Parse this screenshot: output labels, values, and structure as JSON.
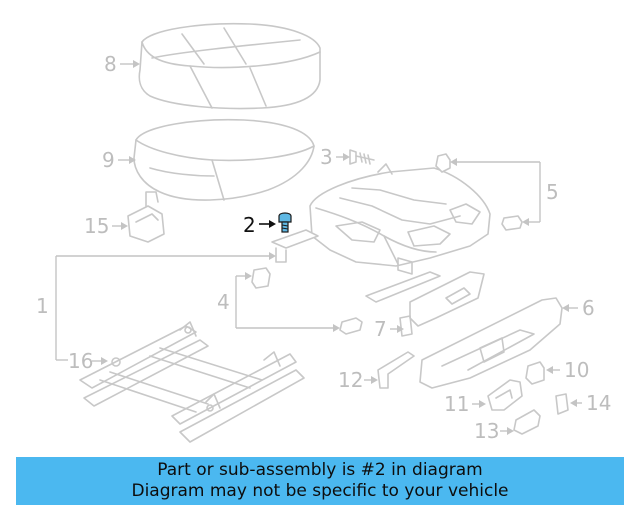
{
  "diagram": {
    "callouts": {
      "c1": "1",
      "c2": "2",
      "c3": "3",
      "c4": "4",
      "c5": "5",
      "c6": "6",
      "c7": "7",
      "c8": "8",
      "c9": "9",
      "c10": "10",
      "c11": "11",
      "c12": "12",
      "c13": "13",
      "c14": "14",
      "c15": "15",
      "c16": "16"
    },
    "highlighted_part": "2",
    "colors": {
      "part_lines": "#c8c8c8",
      "highlight_fill": "#5fb8e4",
      "active_label": "#111111"
    }
  },
  "banner": {
    "line1": "Part or sub-assembly is #2 in diagram",
    "line2": "Diagram may not be specific to your vehicle",
    "background": "#4bb8f0"
  }
}
